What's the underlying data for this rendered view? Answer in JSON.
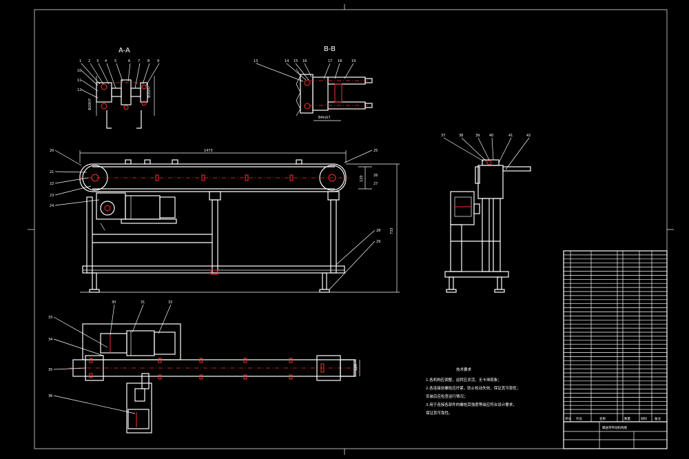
{
  "views": {
    "section_aa": {
      "title": "A-A",
      "part_numbers": [
        "1",
        "2",
        "3",
        "4",
        "5",
        "6",
        "7",
        "8",
        "9",
        "10",
        "11",
        "12"
      ]
    },
    "section_bb": {
      "title": "B-B",
      "part_numbers": [
        "13",
        "14",
        "15",
        "16",
        "17",
        "18",
        "19"
      ]
    },
    "front_view": {
      "part_numbers": [
        "20",
        "21",
        "22",
        "23",
        "24",
        "25",
        "26",
        "27",
        "28",
        "29"
      ],
      "dim_length": "1473",
      "dim_height": "733",
      "dim_belt": "120"
    },
    "side_view": {
      "part_numbers": [
        "37",
        "38",
        "39",
        "40",
        "41",
        "42"
      ]
    },
    "top_view": {
      "part_numbers": [
        "30",
        "31",
        "32",
        "33",
        "34",
        "35",
        "36"
      ],
      "dim_width": "120"
    }
  },
  "technical_requirements": {
    "heading": "技术要求",
    "items": [
      "1.各机构应调整，运转应灵活、无卡滞现象；",
      "2.各连接处螺栓应拧紧，防止松动失效，保证其可靠性；",
      "  安装后应检查运行情况；",
      "3.用于连接各部件的螺栓其强度等级应符合设计要求，",
      "  保证其可靠性。"
    ]
  },
  "title_block": {
    "drawing_name": "输送带传动机构图",
    "headers": [
      "序号",
      "代号",
      "名称",
      "数量",
      "材料",
      "备注"
    ],
    "row_count": 40
  }
}
